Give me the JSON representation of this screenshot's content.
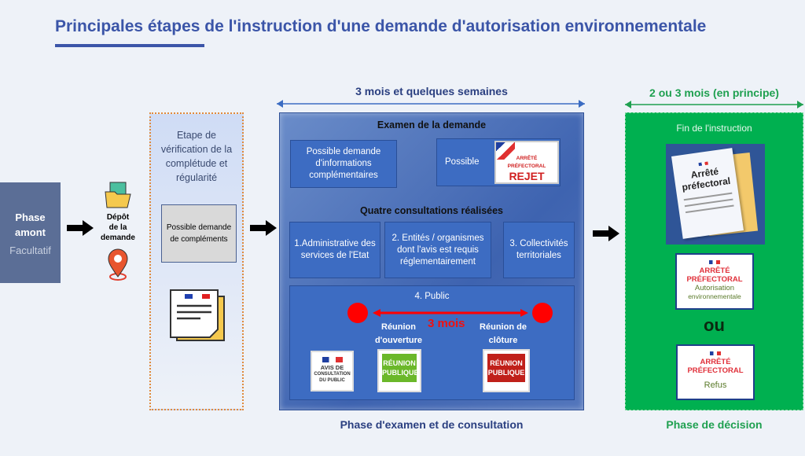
{
  "title": "Principales étapes de l'instruction d'une demande d'autorisation environnementale",
  "phase_amont": {
    "title1": "Phase",
    "title2": "amont",
    "subtitle": "Facultatif"
  },
  "depot": {
    "line1": "Dépôt",
    "line2": "de la",
    "line3": "demande"
  },
  "verification": {
    "title": "Etape de vérification de la complétude et régularité",
    "box": "Possible demande de compléments"
  },
  "examen": {
    "duration": "3 mois et quelques semaines",
    "header": "Examen de la demande",
    "info_box": "Possible demande d'informations complémentaires",
    "possible": "Possible",
    "rejet_stamp": {
      "line1": "ARRÊTÉ",
      "line2": "PRÉFECTORAL",
      "line3": "REJET"
    },
    "consult_header": "Quatre consultations réalisées",
    "consultations": [
      "1.Administrative des services de l'Etat",
      "2. Entités / organismes dont l'avis est requis réglementairement",
      "3. Collectivités territoriales"
    ],
    "public": {
      "title": "4. Public",
      "duration": "3 mois",
      "open": "Réunion d'ouverture",
      "close": "Réunion de clôture",
      "avis": {
        "line1": "AVIS DE",
        "line2": "CONSULTATION",
        "line3": "DU PUBLIC"
      },
      "reunion_sign": {
        "line1": "RÉUNION",
        "line2": "PUBLIQUE"
      }
    },
    "phase_label": "Phase d'examen et de consultation"
  },
  "decision": {
    "duration": "2 ou 3 mois (en principe)",
    "header": "Fin de l'instruction",
    "doc": {
      "line1": "Arrêté",
      "line2": "préfectoral"
    },
    "card1": {
      "line1": "ARRÊTÉ",
      "line2": "PRÉFECTORAL",
      "line3": "Autorisation",
      "line4": "environnementale"
    },
    "or": "ou",
    "card2": {
      "line1": "ARRÊTÉ",
      "line2": "PRÉFECTORAL",
      "line3": "Refus"
    },
    "phase_label": "Phase de décision"
  },
  "colors": {
    "title": "#3b55a8",
    "green": "#00b050",
    "blue": "#3d6cc2",
    "red": "#e0303a"
  }
}
